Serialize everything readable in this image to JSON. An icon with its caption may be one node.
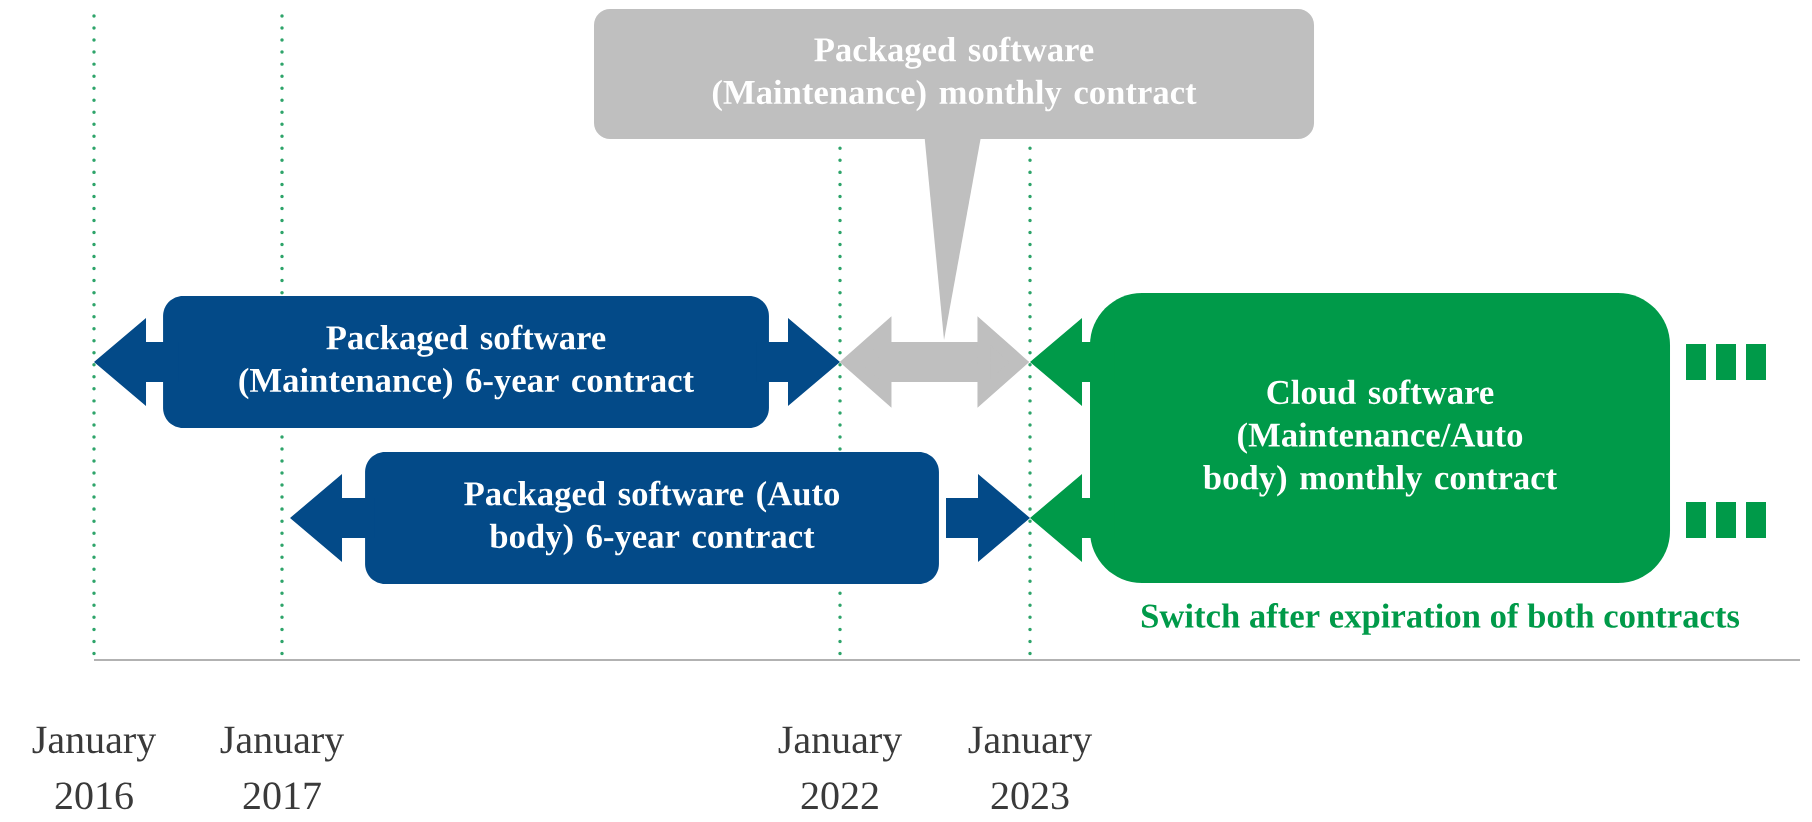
{
  "diagram": {
    "nodes": [
      {
        "text": [
          "Packaged software (Maintenance) monthly contract"
        ]
      },
      {
        "text": [
          "Packaged software (Maintenance) 6-year contract"
        ]
      },
      {
        "text": [
          "Packaged software (Auto body) 6-year contract"
        ]
      },
      {
        "text": [
          "Cloud software (Maintenance/Auto body) monthly contract"
        ],
        "beside": [
          "Switch after expiration of both contracts"
        ]
      }
    ],
    "edges": [
      {
        "from": 1,
        "to": 3,
        "arrow": "both"
      },
      {
        "from": 0,
        "to": null,
        "arrow": "to"
      }
    ],
    "labels": [
      "January 2016",
      "January 2017",
      "January 2022",
      "January 2023"
    ]
  }
}
